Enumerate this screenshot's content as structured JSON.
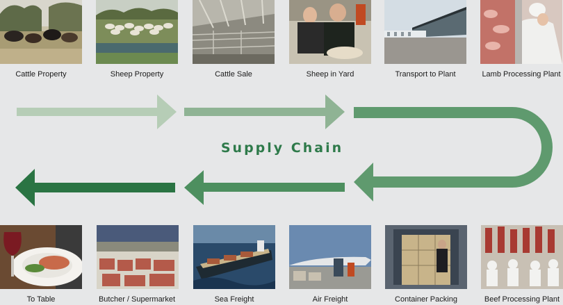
{
  "title": "Supply Chain",
  "colors": {
    "background": "#e6e7e8",
    "arrow_1": "#b6cdb6",
    "arrow_2": "#8fb394",
    "arrow_3": "#5f9a6e",
    "arrow_4": "#4d8f5f",
    "arrow_5": "#3d8553",
    "arrow_6": "#2a7443",
    "title": "#2e7a4a"
  },
  "top_row": [
    {
      "label": "Cattle Property",
      "icon": "cattle-photo"
    },
    {
      "label": "Sheep Property",
      "icon": "sheep-photo"
    },
    {
      "label": "Cattle Sale",
      "icon": "saleyard-photo"
    },
    {
      "label": "Sheep in Yard",
      "icon": "sheep-yard-photo"
    },
    {
      "label": "Transport to Plant",
      "icon": "transport-photo"
    },
    {
      "label": "Lamb Processing Plant",
      "icon": "lamb-plant-photo"
    }
  ],
  "bottom_row": [
    {
      "label": "To Table",
      "icon": "plated-meal-photo"
    },
    {
      "label": "Butcher / Supermarket",
      "icon": "butcher-counter-photo"
    },
    {
      "label": "Sea Freight",
      "icon": "container-ship-photo"
    },
    {
      "label": "Air Freight",
      "icon": "cargo-plane-photo"
    },
    {
      "label": "Container Packing",
      "icon": "container-packing-photo"
    },
    {
      "label": "Beef Processing Plant",
      "icon": "beef-plant-photo"
    }
  ]
}
